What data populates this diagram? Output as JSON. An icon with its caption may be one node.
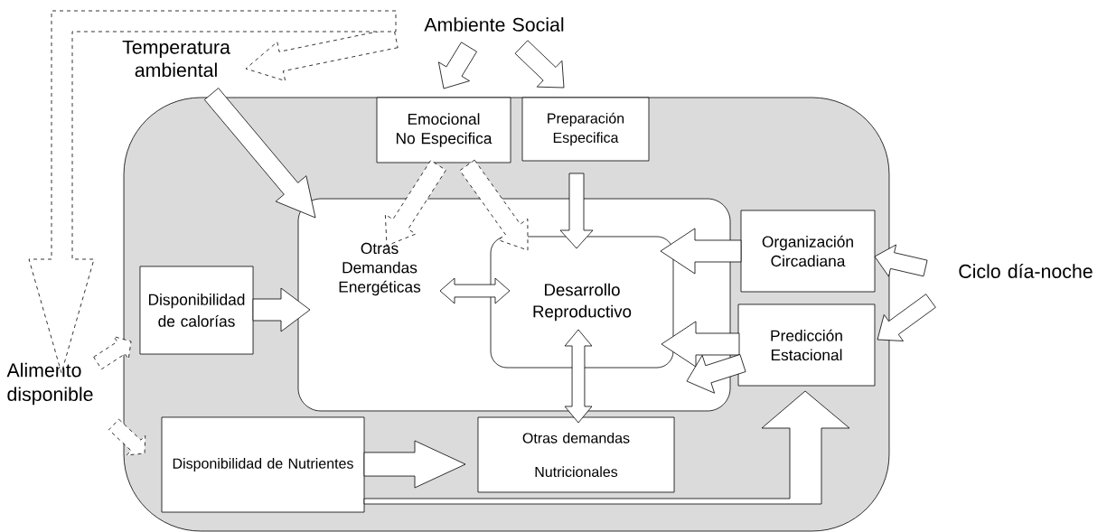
{
  "diagram": {
    "nodes": [
      {
        "text": [
          "Ambiente Social"
        ]
      },
      {
        "text": [
          "Temperatura ambiental"
        ]
      },
      {
        "text": [
          "Ciclo día-noche"
        ]
      },
      {
        "text": [
          "Alimento disponible"
        ]
      },
      {
        "text": [],
        "shape": "box"
      },
      {
        "text": [
          "Emocional No Especifica"
        ],
        "in": 4
      },
      {
        "text": [
          "Preparación Especifica"
        ],
        "in": 4
      },
      {
        "text": [],
        "shape": "box",
        "in": 4
      },
      {
        "text": [
          "Otras Demandas Energéticas"
        ],
        "in": 7
      },
      {
        "text": [
          "Desarrollo Reproductivo"
        ],
        "in": 7
      },
      {
        "text": [
          "Organización Circadiana"
        ],
        "in": 4
      },
      {
        "text": [
          "Predicción Estacional"
        ],
        "in": 4
      },
      {
        "text": [
          "Disponibilidad de calorías"
        ],
        "in": 4
      },
      {
        "text": [
          "Disponibilidad de Nutrientes"
        ],
        "in": 4
      },
      {
        "text": [
          "Otras demandas Nutricionales"
        ],
        "in": 4
      }
    ],
    "edges": [
      {
        "from": 0,
        "to": 1,
        "arrow": "to",
        "style": "dashed"
      },
      {
        "from": 0,
        "to": 3,
        "arrow": "to",
        "style": "dashed"
      },
      {
        "from": 0,
        "to": 5,
        "arrow": "to"
      },
      {
        "from": 0,
        "to": 6,
        "arrow": "to"
      },
      {
        "from": 1,
        "to": 7,
        "arrow": "to"
      },
      {
        "from": 5,
        "to": 8,
        "arrow": "to",
        "style": "dashed"
      },
      {
        "from": 5,
        "to": 9,
        "arrow": "to",
        "style": "dashed"
      },
      {
        "from": 6,
        "to": 9,
        "arrow": "to"
      },
      {
        "from": 10,
        "to": 9,
        "arrow": "to"
      },
      {
        "from": 11,
        "to": 9,
        "arrow": "to"
      },
      {
        "from": 11,
        "to": 7,
        "arrow": "to"
      },
      {
        "from": 2,
        "to": 10,
        "arrow": "to"
      },
      {
        "from": 2,
        "to": 11,
        "arrow": "to"
      },
      {
        "from": 3,
        "to": 12,
        "arrow": "to",
        "style": "dashed"
      },
      {
        "from": 3,
        "to": 13,
        "arrow": "to",
        "style": "dashed"
      },
      {
        "from": 12,
        "to": 8,
        "arrow": "to"
      },
      {
        "from": 8,
        "to": 9,
        "arrow": "both"
      },
      {
        "from": 9,
        "to": 14,
        "arrow": "both"
      },
      {
        "from": 13,
        "to": 14,
        "arrow": "to"
      },
      {
        "from": 13,
        "to": 11,
        "arrow": "to"
      }
    ]
  }
}
